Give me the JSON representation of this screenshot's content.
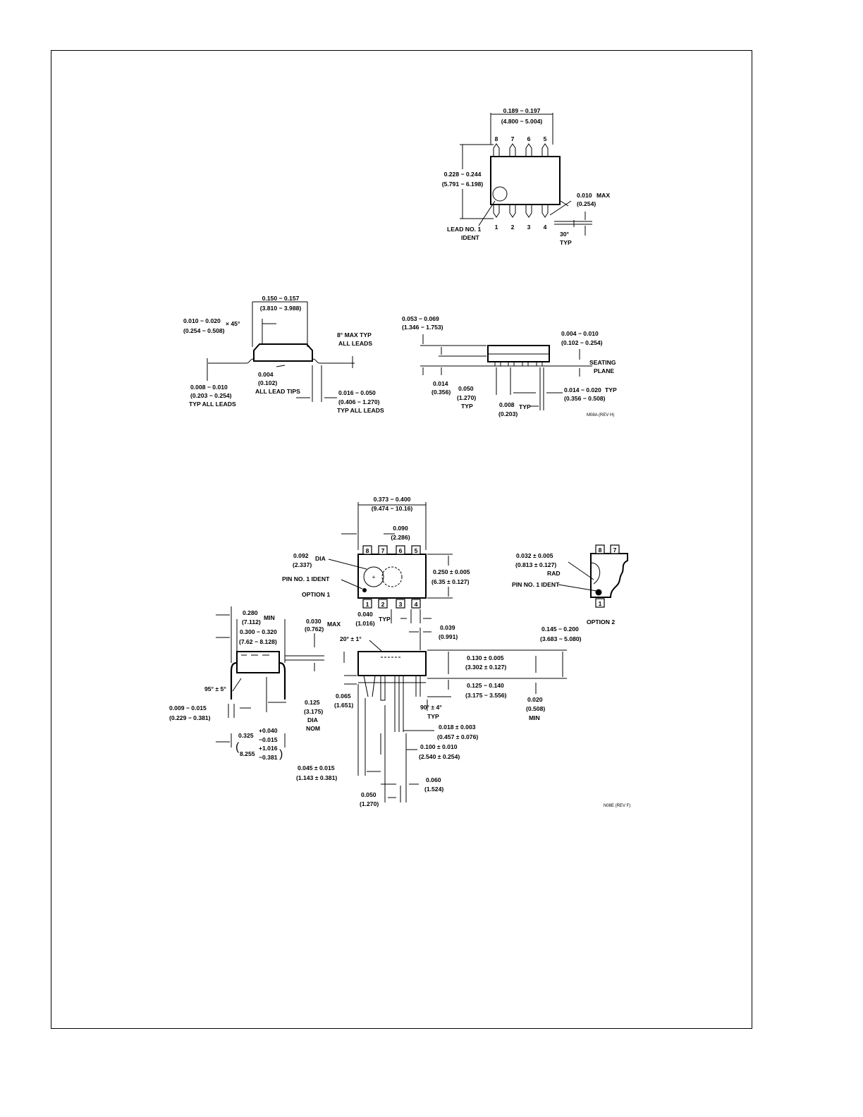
{
  "so8": {
    "pins_top": [
      "8",
      "7",
      "6",
      "5"
    ],
    "pins_bottom": [
      "1",
      "2",
      "3",
      "4"
    ],
    "dims": {
      "length_in": "0.189 − 0.197",
      "length_mm": "(4.800 − 5.004)",
      "width_in": "0.228 − 0.244",
      "width_mm": "(5.791 − 6.198)",
      "lead_thk_in": "0.010",
      "lead_thk_max": "MAX",
      "lead_thk_mm": "(0.254)",
      "angle": "30°",
      "angle_typ": "TYP",
      "lead1_a": "LEAD NO. 1",
      "lead1_b": "IDENT"
    },
    "side": {
      "body_in": "0.150 − 0.157",
      "body_mm": "(3.810 − 3.988)",
      "chamfer_in": "0.010 − 0.020",
      "chamfer_x": "× 45°",
      "chamfer_mm": "(0.254 − 0.508)",
      "max_angle_a": "8° MAX TYP",
      "max_angle_b": "ALL LEADS",
      "tip_in": "0.004",
      "tip_mm": "(0.102)",
      "tip_lbl": "ALL LEAD TIPS",
      "lt_in": "0.008 − 0.010",
      "lt_mm": "(0.203 − 0.254)",
      "lt_lbl": "TYP ALL LEADS",
      "foot_in": "0.016 − 0.050",
      "foot_mm": "(0.406 − 1.270)",
      "foot_lbl": "TYP ALL LEADS"
    },
    "end": {
      "height_in": "0.053 − 0.069",
      "height_mm": "(1.346 − 1.753)",
      "standoff_in": "0.004 − 0.010",
      "standoff_mm": "(0.102 − 0.254)",
      "seat_a": "SEATING",
      "seat_b": "PLANE",
      "h14_in": "0.014",
      "h14_mm": "(0.356)",
      "pitch_in": "0.050",
      "pitch_mm": "(1.270)",
      "pitch_typ": "TYP",
      "lw_in": "0.014 − 0.020",
      "lw_typ": "TYP",
      "lw_mm": "(0.356 − 0.508)",
      "g8_in": "0.008",
      "g8_typ": "TYP",
      "g8_mm": "(0.203)",
      "rev": "M08A (REV H)"
    }
  },
  "dip": {
    "pins_top": [
      "8",
      "7",
      "6",
      "5"
    ],
    "pins_bottom": [
      "1",
      "2",
      "3",
      "4"
    ],
    "top": {
      "len_in": "0.373 − 0.400",
      "len_mm": "(9.474 − 10.16)",
      "d90_in": "0.090",
      "d90_mm": "(2.286)",
      "dia_in": "0.092",
      "dia_lbl": "DIA",
      "dia_mm": "(2.337)",
      "pin1": "PIN NO. 1 IDENT",
      "option1": "OPTION 1",
      "w_in": "0.250 ± 0.005",
      "w_mm": "(6.35 ± 0.127)",
      "d40_in": "0.040",
      "d40_mm": "(1.016)",
      "d40_typ": "TYP"
    },
    "opt2": {
      "pins_top": [
        "8",
        "7"
      ],
      "pin_bottom": "1",
      "rad_in": "0.032 ± 0.005",
      "rad_mm": "(0.813 ± 0.127)",
      "rad_lbl": "RAD",
      "pin1": "PIN NO. 1 IDENT",
      "label": "OPTION 2"
    },
    "end": {
      "min_in": "0.280",
      "min_lbl": "MIN",
      "min_mm": "(7.112)",
      "span_in": "0.300 − 0.320",
      "span_mm": "(7.62 − 8.128)",
      "max_in": "0.030",
      "max_lbl": "MAX",
      "max_mm": "(0.762)",
      "angle": "95° ± 5°",
      "lt_in": "0.009 − 0.015",
      "lt_mm": "(0.229 − 0.381)",
      "dia_in": "0.125",
      "dia_mm": "(3.175)",
      "dia_a": "DIA",
      "dia_b": "NOM",
      "row_in": "0.325",
      "row_in_p": "+0.040",
      "row_in_m": "−0.015",
      "row_mm": "8.255",
      "row_mm_p": "+1.016",
      "row_mm_m": "−0.381"
    },
    "side": {
      "d39_in": "0.039",
      "d39_mm": "(0.991)",
      "ang20": "20° ± 1°",
      "h145_in": "0.145 − 0.200",
      "h145_mm": "(3.683 − 5.080)",
      "h130_in": "0.130 ± 0.005",
      "h130_mm": "(3.302 ± 0.127)",
      "h125_in": "0.125 − 0.140",
      "h125_mm": "(3.175 − 3.556)",
      "d020_in": "0.020",
      "d020_mm": "(0.508)",
      "d020_min": "MIN",
      "d065_in": "0.065",
      "d065_mm": "(1.651)",
      "ang90": "90° ± 4°",
      "ang90_typ": "TYP",
      "d018_in": "0.018 ± 0.003",
      "d018_mm": "(0.457 ± 0.076)",
      "d100_in": "0.100 ± 0.010",
      "d100_mm": "(2.540 ± 0.254)",
      "d045_in": "0.045 ± 0.015",
      "d045_mm": "(1.143 ± 0.381)",
      "d060_in": "0.060",
      "d060_mm": "(1.524)",
      "d050_in": "0.050",
      "d050_mm": "(1.270)",
      "rev": "N08E (REV F)"
    }
  }
}
